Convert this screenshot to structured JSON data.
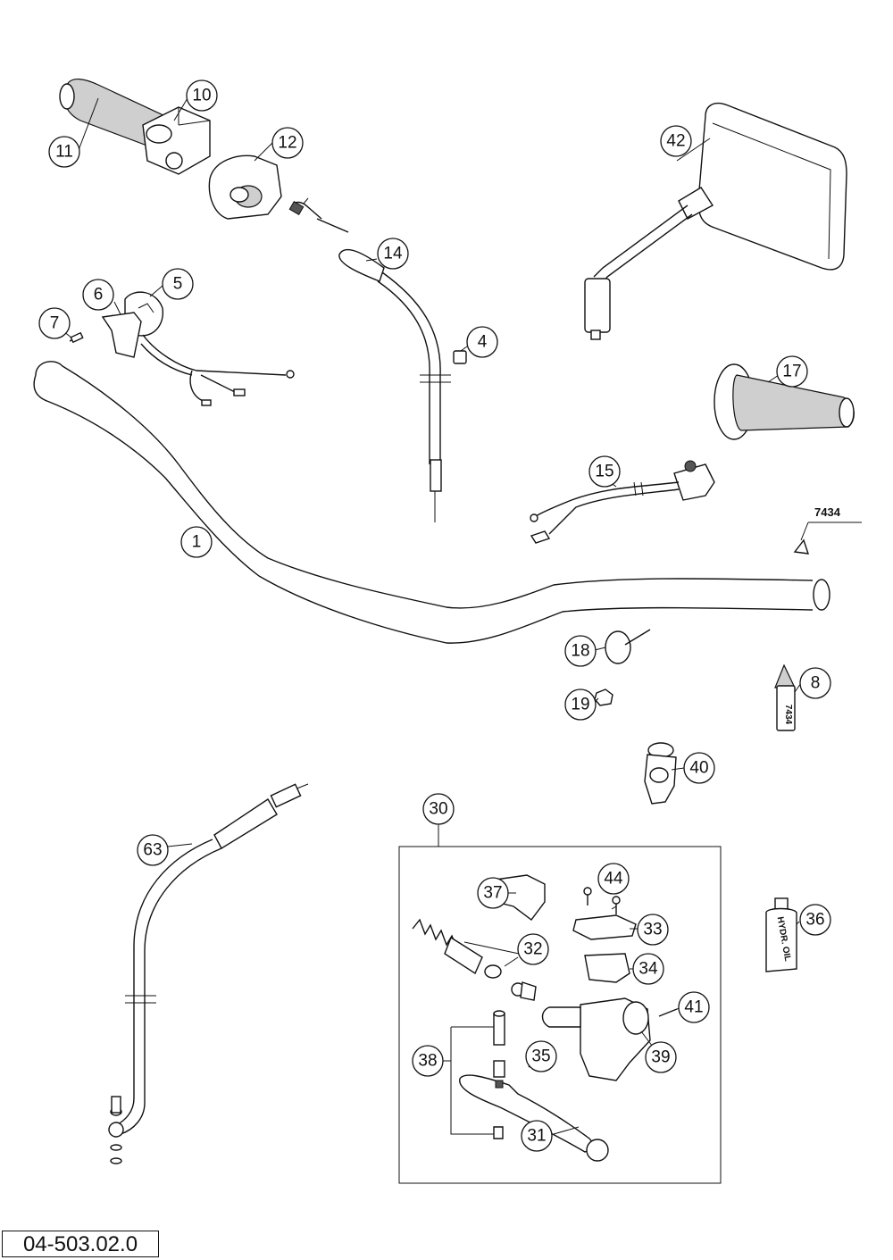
{
  "diagram": {
    "document_code": "04-503.02.0",
    "reference_label": "7434",
    "oil_bottle_label": "HYDR. OIL",
    "callouts": [
      "1",
      "4",
      "5",
      "6",
      "7",
      "8",
      "10",
      "11",
      "12",
      "14",
      "15",
      "17",
      "18",
      "19",
      "30",
      "31",
      "32",
      "33",
      "34",
      "35",
      "36",
      "37",
      "38",
      "39",
      "40",
      "41",
      "42",
      "44",
      "63"
    ]
  }
}
